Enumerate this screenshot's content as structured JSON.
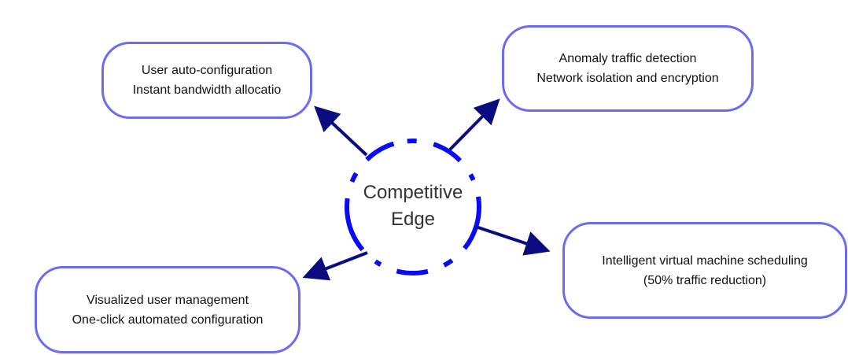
{
  "diagram": {
    "center": {
      "line1": "Competitive",
      "line2": "Edge"
    },
    "nodes": [
      {
        "id": "top-left",
        "line1": "User auto-configuration",
        "line2": "Instant bandwidth allocatio"
      },
      {
        "id": "top-right",
        "line1": "Anomaly traffic detection",
        "line2": "Network isolation and encryption"
      },
      {
        "id": "bottom-right",
        "line1": "Intelligent virtual machine scheduling",
        "line2": "(50% traffic reduction)"
      },
      {
        "id": "bottom-left",
        "line1": "Visualized user management",
        "line2": "One-click automated configuration"
      }
    ],
    "colors": {
      "box_border": "#6c6cf2",
      "center_ring": "#0a0af5",
      "arrow": "#0b0b80",
      "center_text": "#333333",
      "node_text": "#111111"
    }
  }
}
